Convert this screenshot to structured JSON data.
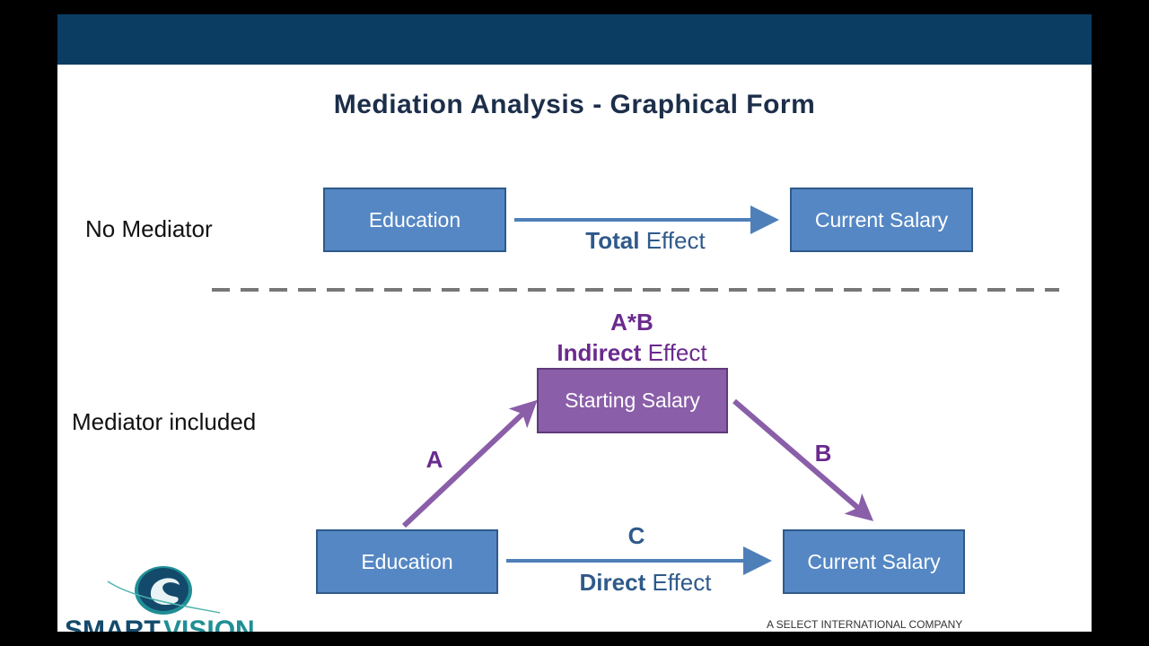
{
  "slide": {
    "title": "Mediation Analysis - Graphical Form",
    "no_mediator": {
      "label": "No Mediator",
      "from": "Education",
      "to": "Current Salary",
      "effect_bold": "Total",
      "effect_rest": " Effect"
    },
    "mediator_included": {
      "label": "Mediator included",
      "mediator": "Starting Salary",
      "from": "Education",
      "to": "Current Salary",
      "path_a": "A",
      "path_b": "B",
      "path_c": "C",
      "indirect_formula": "A*B",
      "indirect_bold": "Indirect",
      "indirect_rest": " Effect",
      "direct_bold": "Direct",
      "direct_rest": " Effect"
    },
    "footer": {
      "tagline": "A SELECT INTERNATIONAL COMPANY",
      "logo_text": "SMARTVISION"
    },
    "colors": {
      "header": "#0b3d63",
      "blue": "#5587c4",
      "purple": "#8a5ea8",
      "effect_blue": "#2f5a8a",
      "effect_purple": "#6a2a8e"
    }
  }
}
